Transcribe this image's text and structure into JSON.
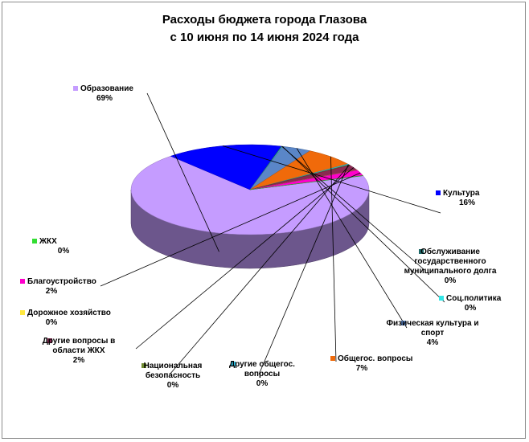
{
  "chart_data": {
    "type": "pie",
    "title": "Расходы бюджета города Глазова\nс 10 июня по 14 июня 2024 года",
    "title_lines": [
      "Расходы бюджета города Глазова",
      "с 10 июня по 14 июня 2024 года"
    ],
    "three_d": true,
    "slices": [
      {
        "name": "Образование",
        "label_lines": [
          "Образование"
        ],
        "pct_label": "69%",
        "value": 69,
        "color": "#c59cff"
      },
      {
        "name": "Культура",
        "label_lines": [
          "Культура"
        ],
        "pct_label": "16%",
        "value": 16,
        "color": "#0000ff"
      },
      {
        "name": "Обслуживание государственного муниципального долга",
        "label_lines": [
          "Обслуживание",
          "государственного",
          "муниципального долга"
        ],
        "pct_label": "0%",
        "value": 0.1,
        "color": "#1f6a6a"
      },
      {
        "name": "Соц.политика",
        "label_lines": [
          "Соц.политика"
        ],
        "pct_label": "0%",
        "value": 0.1,
        "color": "#33e6e6"
      },
      {
        "name": "Физическая культура и спорт",
        "label_lines": [
          "Физическая культура и",
          "спорт"
        ],
        "pct_label": "4%",
        "value": 4,
        "color": "#5a86c8"
      },
      {
        "name": "Общегос. вопросы",
        "label_lines": [
          "Общегос. вопросы"
        ],
        "pct_label": "7%",
        "value": 7,
        "color": "#f06a0a"
      },
      {
        "name": "Другие общегос. вопросы",
        "label_lines": [
          "Другие общегос.",
          "вопросы"
        ],
        "pct_label": "0%",
        "value": 0.3,
        "color": "#33c5e8"
      },
      {
        "name": "Национальная безопасность",
        "label_lines": [
          "Национальная",
          "безопасность"
        ],
        "pct_label": "0%",
        "value": 0.2,
        "color": "#6e8a2e"
      },
      {
        "name": "Другие вопросы в области ЖКХ",
        "label_lines": [
          "Другие вопросы в",
          "области ЖКХ"
        ],
        "pct_label": "2%",
        "value": 2,
        "color": "#8b2a52"
      },
      {
        "name": "Дорожное хозяйство",
        "label_lines": [
          "Дорожное хозяйство"
        ],
        "pct_label": "0%",
        "value": 0.1,
        "color": "#ffe840"
      },
      {
        "name": "Благоустройство",
        "label_lines": [
          "Благоустройство"
        ],
        "pct_label": "2%",
        "value": 2,
        "color": "#ff00cc"
      },
      {
        "name": "ЖКХ",
        "label_lines": [
          "ЖКХ"
        ],
        "pct_label": "0%",
        "value": 0.1,
        "color": "#33dd33"
      }
    ]
  }
}
